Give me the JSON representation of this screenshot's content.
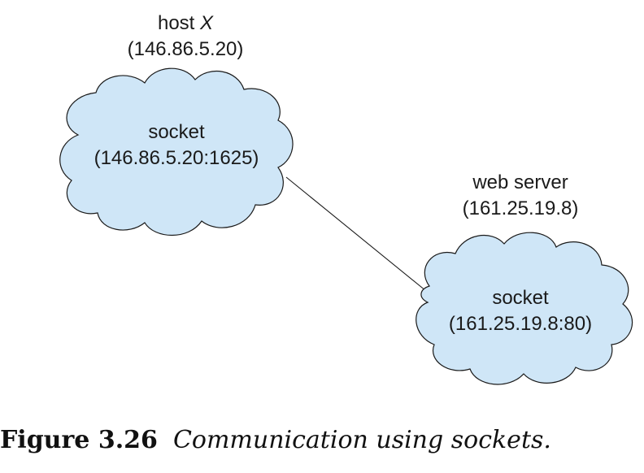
{
  "hosts": [
    {
      "name_prefix": "host",
      "name_italic": "X",
      "ip": "(146.86.5.20)",
      "socket_label": "socket",
      "socket_address": "(146.86.5.20:1625)"
    },
    {
      "name_prefix": "web server",
      "name_italic": "",
      "ip": "(161.25.19.8)",
      "socket_label": "socket",
      "socket_address": "(161.25.19.8:80)"
    }
  ],
  "caption": {
    "number": "Figure 3.26",
    "text": "Communication using sockets."
  },
  "colors": {
    "cloud_fill": "#cfe6f7",
    "outline": "#1a1a1a"
  }
}
